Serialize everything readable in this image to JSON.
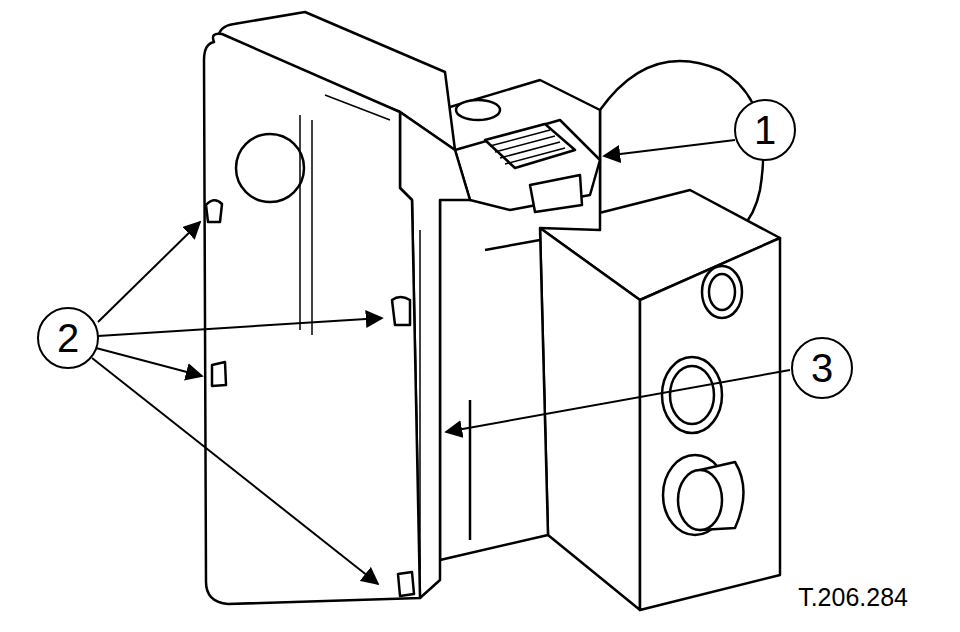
{
  "diagram": {
    "nodes": [
      {
        "text": [
          "1"
        ]
      },
      {
        "text": [
          "2"
        ]
      },
      {
        "text": [
          "3"
        ]
      }
    ],
    "labels": [
      "T.206.284"
    ]
  }
}
